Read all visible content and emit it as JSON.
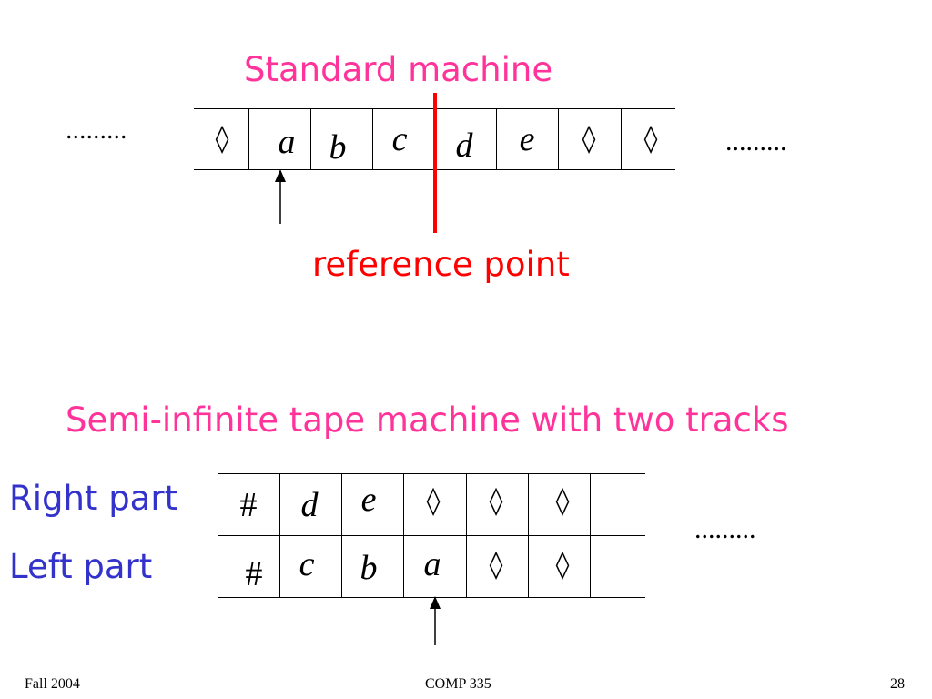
{
  "colors": {
    "title": "#ff3399",
    "reference": "#ff0000",
    "track_label": "#3333cc",
    "ink": "#000000"
  },
  "standard": {
    "title": "Standard machine",
    "dots_left": ".........",
    "dots_right": ".........",
    "cells": [
      "◊",
      "a",
      "b",
      "c",
      "d",
      "e",
      "◊",
      "◊"
    ],
    "reference_label": "reference point"
  },
  "semi": {
    "title": "Semi-infinite tape machine with two tracks",
    "right_label": "Right part",
    "left_label": "Left part",
    "dots": ".........",
    "right_cells": [
      "#",
      "d",
      "e",
      "◊",
      "◊",
      "◊",
      ""
    ],
    "left_cells": [
      "#",
      "c",
      "b",
      "a",
      "◊",
      "◊",
      ""
    ]
  },
  "footer": {
    "left": "Fall 2004",
    "center": "COMP 335",
    "right": "28"
  }
}
